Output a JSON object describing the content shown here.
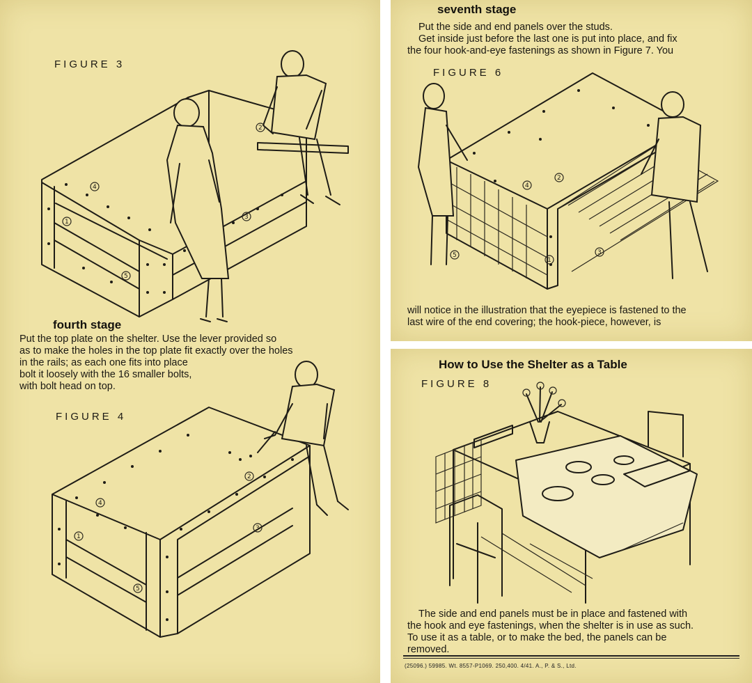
{
  "left_panel": {
    "figure3_label": "FIGURE 3",
    "figure4_label": "FIGURE 4",
    "fourth_stage": {
      "heading": "fourth stage",
      "lines": [
        "Put the top plate on the shelter.  Use the lever provided so",
        "as to make the holes in the top plate fit exactly over the holes",
        "in the rails; as each one fits into place",
        "bolt it loosely with the 16 smaller bolts,",
        "with bolt head on top."
      ]
    },
    "figure3_callouts": [
      "1",
      "2",
      "3",
      "4",
      "5"
    ],
    "figure4_callouts": [
      "1",
      "2",
      "3",
      "4",
      "5"
    ]
  },
  "top_right_panel": {
    "heading": "seventh stage",
    "lines_top": [
      "Put the side and end panels over the studs.",
      "Get inside just before the last one is put into place, and fix",
      "the four hook-and-eye fastenings as shown in Figure 7.   You"
    ],
    "figure6_label": "FIGURE 6",
    "figure6_callouts": [
      "1",
      "2",
      "3",
      "4",
      "5"
    ],
    "lines_bottom": [
      "will notice in the illustration that the eyepiece is fastened to the",
      "last wire of the end covering; the hook-piece, however, is"
    ]
  },
  "bottom_right_panel": {
    "title": "How to Use the Shelter as a Table",
    "figure8_label": "FIGURE 8",
    "lines": [
      "The side and end panels must be in place and fastened with",
      "the hook and eye fastenings, when the shelter is in use as such.",
      "To use it as a table, or to make the bed, the panels can be",
      "removed."
    ],
    "footer": "(25096.) 59985. Wt. 8557-P1069. 250,400. 4/41. A., P. & S., Ltd."
  },
  "colors": {
    "paper": "#efe3a6",
    "ink": "#1e1c16",
    "gutter": "#ffffff"
  }
}
